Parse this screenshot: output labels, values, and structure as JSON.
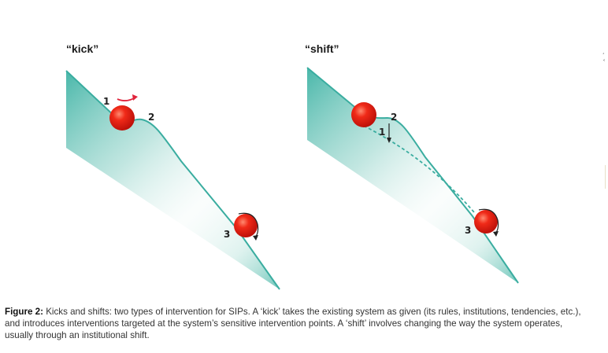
{
  "panels": {
    "kick": {
      "title": "“kick”",
      "labels": {
        "p1": "1",
        "p2": "2",
        "p3": "3"
      }
    },
    "shift": {
      "title": "“shift”",
      "labels": {
        "p1": "1",
        "p2": "2",
        "p3": "3"
      }
    }
  },
  "caption": {
    "label": "Figure 2:",
    "text": " Kicks and shifts: two types of intervention for SIPs. A ‘kick’ takes the existing system as given (its rules, institutions, tendencies, etc.), and introduces interventions targeted at the system’s sensitive intervention points. A ‘shift’ involves changing the way the system operates, usually through an institutional shift."
  },
  "colors": {
    "slope": "#3aada0",
    "ball": "#e8201a",
    "arrow_kick": "#e0243c",
    "text": "#333333"
  },
  "icons": [
    "red-ball",
    "curved-arrow",
    "down-arrow"
  ]
}
